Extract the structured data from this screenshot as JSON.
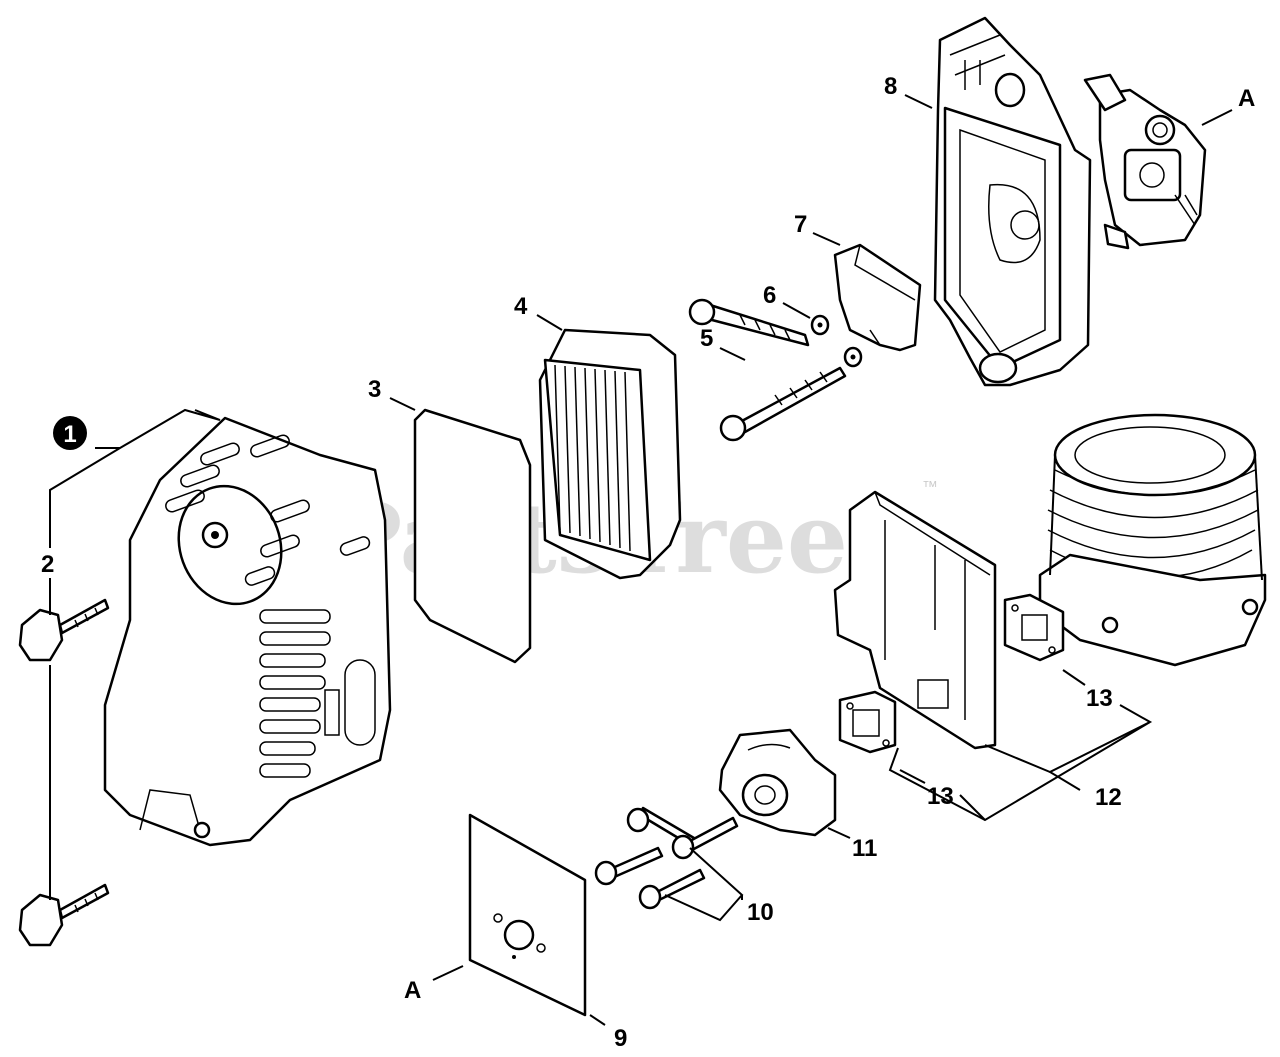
{
  "watermark": {
    "text": "PartsTree",
    "tm": "™"
  },
  "callouts": {
    "c1": "1",
    "c2": "2",
    "c3": "3",
    "c4": "4",
    "c5": "5",
    "c6": "6",
    "c7": "7",
    "c8": "8",
    "c9": "9",
    "c10": "10",
    "c11": "11",
    "c12": "12",
    "c13a": "13",
    "c13b": "13",
    "ref_top": "A",
    "ref_bottom": "A"
  },
  "parts": {
    "p1": "air-cleaner-cover",
    "p2": "knob-bolt",
    "p3": "pre-filter",
    "p4": "air-filter-element",
    "p5": "bolt",
    "p6": "washer",
    "p7": "choke-plate",
    "p8": "air-cleaner-case",
    "p9": "gasket",
    "p10": "screw",
    "p11": "insulator",
    "p12": "heat-shield-plate",
    "p13": "gasket",
    "carb": "carburetor",
    "cyl": "cylinder"
  }
}
